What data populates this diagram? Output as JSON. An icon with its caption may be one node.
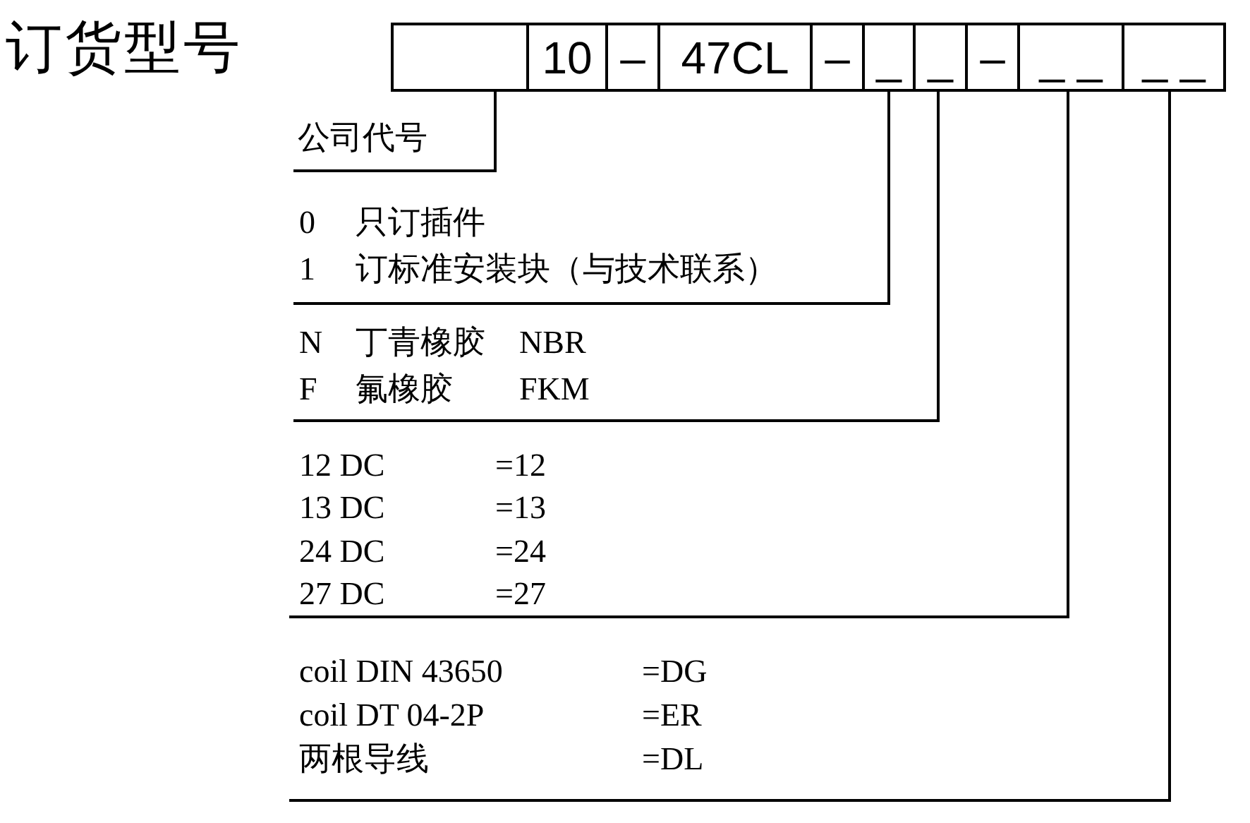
{
  "diagram": {
    "title": "订货型号",
    "nodes": [
      {
        "text": [],
        "shape": "box"
      },
      {
        "text": [
          "10"
        ]
      },
      {
        "text": [
          "–"
        ]
      },
      {
        "text": [
          "47CL"
        ]
      },
      {
        "text": [
          "–"
        ]
      },
      {
        "text": [
          "_"
        ]
      },
      {
        "text": [
          "_"
        ]
      },
      {
        "text": [
          "–"
        ]
      },
      {
        "text": [
          "_ _"
        ]
      },
      {
        "text": [
          "_ _"
        ]
      },
      {
        "text": [
          "公司代号"
        ]
      },
      {
        "text": [
          "0",
          "只订插件",
          "1",
          "订标准安装块（与技术联系）"
        ]
      },
      {
        "text": [
          "N",
          "丁青橡胶",
          "NBR",
          "F",
          "氟橡胶",
          "FKM"
        ]
      },
      {
        "text": [
          "12 DC",
          "=12",
          "13 DC",
          "=13",
          "24 DC",
          "=24",
          "27 DC",
          "=27"
        ]
      },
      {
        "text": [
          "coil DIN 43650",
          "=DG",
          "coil DT 04-2P",
          "=ER",
          "两根导线",
          "=DL"
        ]
      }
    ],
    "edges": [
      {
        "from": 0,
        "to": 10,
        "arrow": "none"
      },
      {
        "from": 5,
        "to": 11,
        "arrow": "none"
      },
      {
        "from": 6,
        "to": 12,
        "arrow": "none"
      },
      {
        "from": 8,
        "to": 13,
        "arrow": "none"
      },
      {
        "from": 9,
        "to": 14,
        "arrow": "none"
      }
    ]
  }
}
